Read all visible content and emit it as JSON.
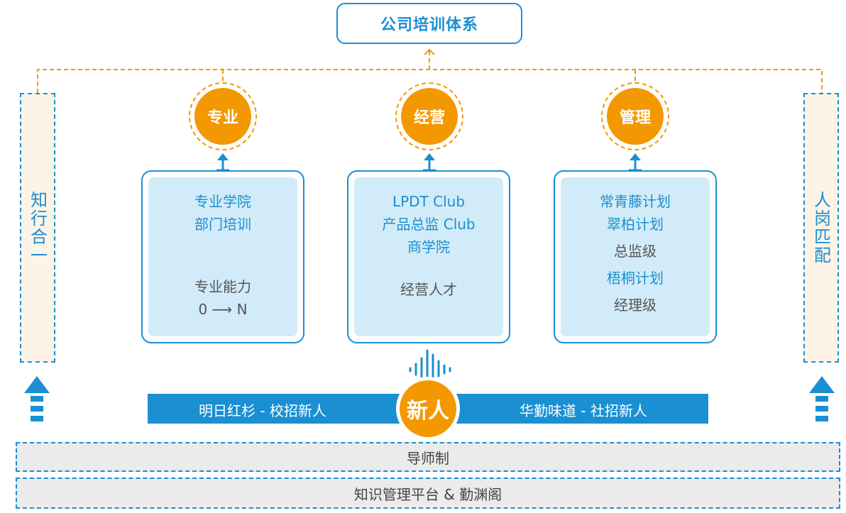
{
  "title": "公司培训体系",
  "left_banner": "知行合一",
  "right_banner": "人岗匹配",
  "columns": [
    {
      "circle": "专业",
      "lines": [
        "专业学院",
        "部门培训",
        "",
        "专业能力",
        "0 ⟶  N"
      ]
    },
    {
      "circle": "经营",
      "lines": [
        "LPDT Club",
        "产品总监 Club",
        "商学院",
        "",
        "经营人才"
      ]
    },
    {
      "circle": "管理",
      "lines": [
        "常青藤计划",
        "翠柏计划",
        "总监级",
        "梧桐计划",
        "经理级"
      ]
    }
  ],
  "new_hire": {
    "badge": "新人",
    "left": "明日红杉 - 校招新人",
    "right": "华勤味道 - 社招新人"
  },
  "bottom": {
    "mentor": "导师制",
    "platform": "知识管理平台 & 勤渊阁"
  },
  "colors": {
    "blue": "#1a8fd2",
    "orange": "#f39800",
    "light_blue": "#d2ebf8",
    "cream": "#fdf4e7"
  }
}
